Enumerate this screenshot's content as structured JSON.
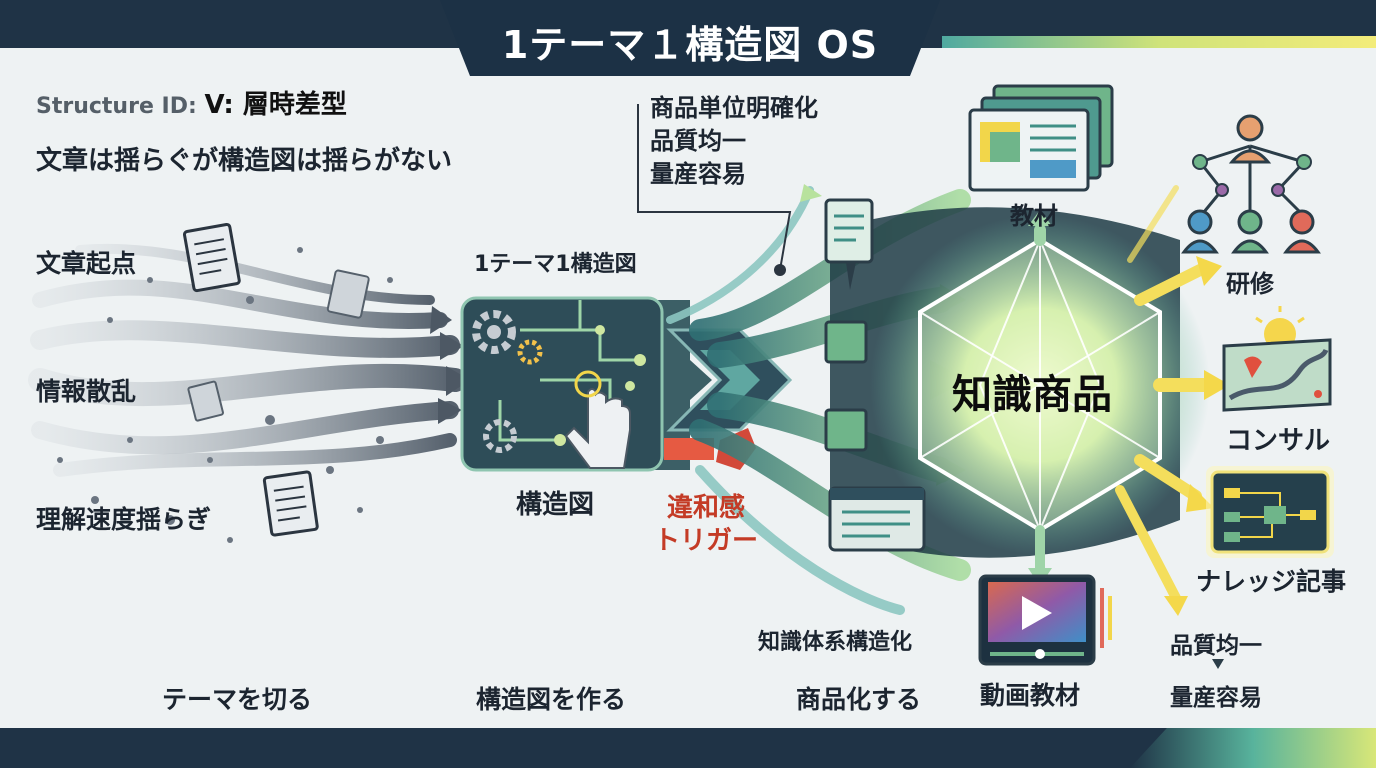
{
  "title": "1テーマ１構造図 OS",
  "structure": {
    "id_label": "Structure ID:",
    "id_value": "V: 層時差型"
  },
  "tagline": "文章は揺らぐが構造図は揺らがない",
  "left_labels": [
    "文章起点",
    "情報散乱",
    "理解速度揺らぎ"
  ],
  "middle": {
    "top_label": "1テーマ1構造図",
    "box_label": "構造図"
  },
  "trigger": {
    "line1": "違和感",
    "line2": "トリガー"
  },
  "benefits": [
    "商品単位明確化",
    "品質均一",
    "量産容易"
  ],
  "center": "知識商品",
  "system_label": "知識体系構造化",
  "outputs": {
    "textbook": "教材",
    "training": "研修",
    "consulting": "コンサル",
    "article": "ナレッジ記事",
    "video": "動画教材"
  },
  "bottom_right": {
    "line1": "品質均一",
    "line2": "量産容易"
  },
  "steps": [
    "テーマを切る",
    "構造図を作る",
    "商品化する"
  ],
  "colors": {
    "navy": "#1f3346",
    "teal": "#3f8f86",
    "green": "#8fc99a",
    "yellow": "#f2d64a",
    "red": "#c43b26"
  }
}
